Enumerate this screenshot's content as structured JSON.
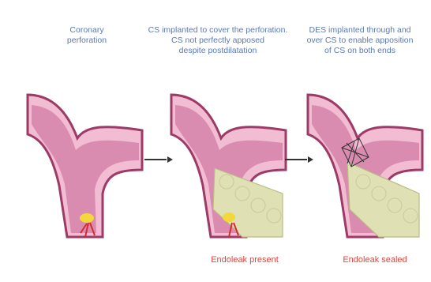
{
  "panels": [
    {
      "caption": "Coronary\nperforation",
      "footer": "",
      "show_stent": false,
      "show_des": false
    },
    {
      "caption": "CS implanted to cover the perforation.\nCS not perfectly apposed\ndespite postdilatation",
      "footer": "Endoleak present",
      "show_stent": true,
      "show_des": false
    },
    {
      "caption": "DES implanted through and\nover CS to enable apposition\nof CS on both ends",
      "footer": "Endoleak sealed",
      "show_stent": true,
      "show_des": true
    }
  ],
  "colors": {
    "caption_text": "#5a79b5",
    "footer_text": "#e0463f",
    "vessel_wall": "#9c3b67",
    "vessel_lumen": "#d98bb0",
    "vessel_outer": "#f2bcd3",
    "stent_fill": "#dfe1b4",
    "leak": "#f2d83a",
    "blood": "#d42c2c"
  }
}
